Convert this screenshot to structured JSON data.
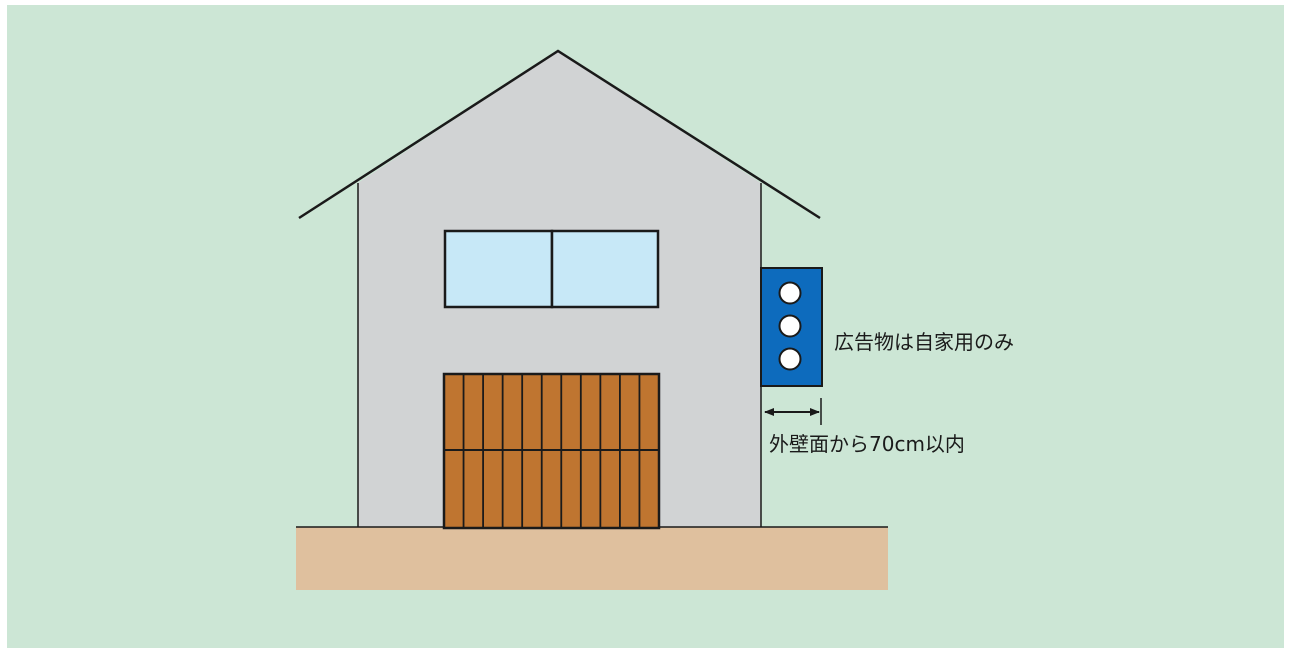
{
  "colors": {
    "background": "#cce6d5",
    "wall": "#d1d3d4",
    "window_glass": "#c7e8f7",
    "door": "#bf7530",
    "ground": "#dfc09e",
    "sign_panel": "#0d6bbd",
    "sign_circle": "#ffffff",
    "outline": "#1a1a1a"
  },
  "annotations": {
    "sign_note": "広告物は自家用のみ",
    "distance_note": "外壁面から70cm以内"
  },
  "icons": {
    "dimension_arrow": "double-headed-arrow"
  }
}
